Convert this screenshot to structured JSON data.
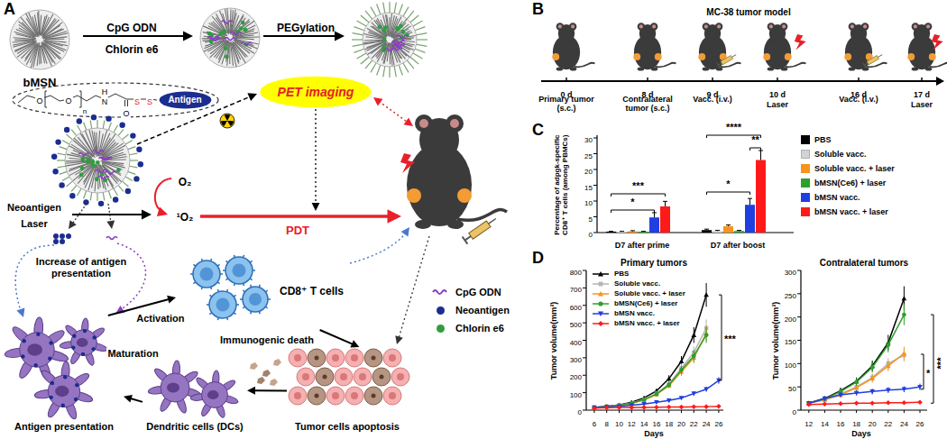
{
  "diagram": {
    "nodes": [
      {
        "text": [
          "bMSN"
        ]
      },
      {
        "text": [
          "Antigen"
        ]
      },
      {
        "text": [
          "PET imaging"
        ]
      },
      {
        "text": [
          "CD8⁺ T cells"
        ]
      },
      {
        "text": [
          "Antigen presentation"
        ]
      },
      {
        "text": [
          "Dendritic cells (DCs)"
        ]
      },
      {
        "text": [
          "Tumor cells apoptosis"
        ]
      }
    ],
    "edges": [
      {
        "from": 6,
        "to": 5,
        "label": "Immunogenic death",
        "arrow": "to"
      },
      {
        "from": 5,
        "to": 4,
        "label": "Maturation",
        "arrow": "to"
      },
      {
        "from": 4,
        "to": 3,
        "label": "Activation",
        "arrow": "to"
      },
      {
        "from": 3,
        "to": 6,
        "arrow": "to"
      }
    ],
    "labels": [
      "A",
      "CpG ODN",
      "Chlorin e6",
      "PEGylation",
      "O",
      "O",
      "n",
      "N",
      "H",
      "O",
      "S",
      "S",
      "Neoantigen",
      "Laser",
      "O₂",
      "¹O₂",
      "PDT",
      "Increase of antigen presentation",
      "B",
      "MC-38 tumor model",
      "0 d",
      "Primary tumor (s.c.)",
      "8 d",
      "Contralateral tumor (s.c.)",
      "9 d",
      "Vacc. (i.v.)",
      "10 d",
      "Laser",
      "16 d",
      "Vacc. (i.v.)",
      "17 d",
      "Laser",
      "C",
      "Percentage of adpgk-specific CD8⁺ T cells (among PBMCs)",
      "0",
      "5",
      "10",
      "15",
      "20",
      "25",
      "30",
      "D7 after prime",
      "D7 after boost",
      "*",
      "***",
      "****",
      "*",
      "**",
      "D",
      "Primary tumors",
      "Tumor volume(mm³)",
      "0",
      "100",
      "200",
      "300",
      "400",
      "500",
      "600",
      "700",
      "800",
      "6",
      "8",
      "10",
      "12",
      "14",
      "16",
      "18",
      "20",
      "22",
      "24",
      "26",
      "Days",
      "***",
      "Contralateral tumors",
      "Tumor volume(mm³)",
      "0",
      "50",
      "100",
      "150",
      "200",
      "250",
      "300",
      "12",
      "14",
      "16",
      "18",
      "20",
      "22",
      "24",
      "26",
      "Days",
      "*",
      "***"
    ],
    "legend": [
      {
        "text": "CpG ODN"
      },
      {
        "text": "Neoantigen",
        "color": "#1b2d8f"
      },
      {
        "text": "Chlorin e6",
        "color": "#2e9e3e"
      },
      {
        "text": "PBS",
        "color": "#000000"
      },
      {
        "text": "Soluble vacc.",
        "color": "#d3d3d3"
      },
      {
        "text": "Soluble vacc. + laser",
        "color": "#f7941d"
      },
      {
        "text": "bMSN(Ce6) + laser",
        "color": "#2ca02c"
      },
      {
        "text": "bMSN vacc.",
        "color": "#1f3fe0"
      },
      {
        "text": "bMSN vacc. + laser",
        "color": "#ff1a1a"
      },
      {
        "text": "PBS"
      },
      {
        "text": "Soluble vacc."
      },
      {
        "text": "Soluble vacc. + laser"
      },
      {
        "text": "bMSN(Ce6) + laser"
      },
      {
        "text": "bMSN vacc."
      },
      {
        "text": "bMSN vacc. + laser"
      }
    ]
  }
}
